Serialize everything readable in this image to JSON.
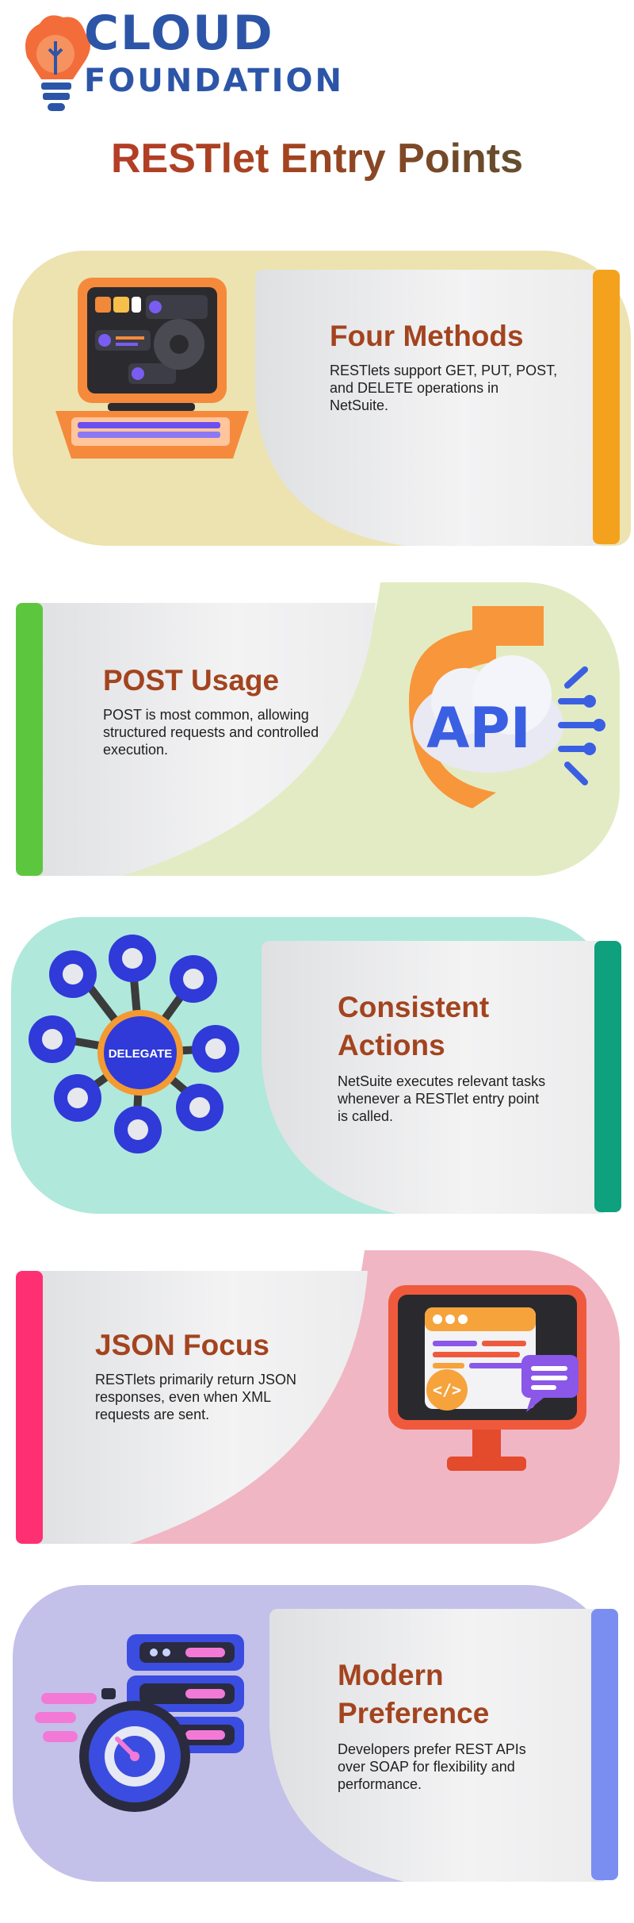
{
  "header": {
    "logo_line1": "CLOUD",
    "logo_line2": "FOUNDATION",
    "page_title": "RESTlet Entry Points"
  },
  "icons": {
    "logo": "lightbulb-cloud-icon",
    "card1": "laptop-settings-icon",
    "card2": "api-cloud-gear-icon",
    "card3": "delegate-network-icon",
    "card4": "monitor-code-icon",
    "card5": "server-stopwatch-icon"
  },
  "colors": {
    "brand": "#2c55a8",
    "title_accent": "#a3441f",
    "card1_stripe": "#f4a21d",
    "card2_stripe": "#5cc63f",
    "card3_stripe": "#0fa07d",
    "card4_stripe": "#ff2f73",
    "card5_stripe": "#7a8ef2"
  },
  "cards": [
    {
      "title": "Four Methods",
      "description": "RESTlets support GET, PUT, POST, and DELETE operations in NetSuite."
    },
    {
      "title": "POST Usage",
      "description": "POST is most common, allowing structured requests and controlled execution."
    },
    {
      "title": "Consistent Actions",
      "description": "NetSuite executes relevant tasks whenever a RESTlet entry point is called."
    },
    {
      "title": "JSON Focus",
      "description": "RESTlets primarily return JSON responses, even when XML requests are sent."
    },
    {
      "title": "Modern Preference",
      "description": "Developers prefer REST APIs over SOAP for flexibility and performance."
    }
  ],
  "illustrations": {
    "api_label": "API",
    "delegate_label": "DELEGATE",
    "code_label": "</>"
  }
}
